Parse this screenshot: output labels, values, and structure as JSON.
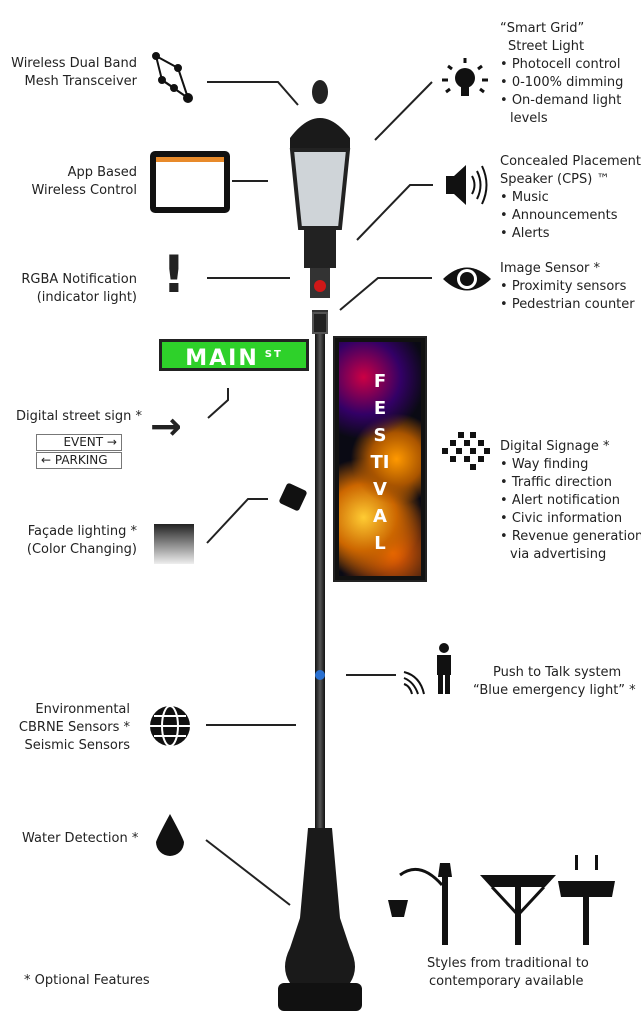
{
  "left": {
    "mesh": [
      "Wireless Dual Band",
      "Mesh Transceiver"
    ],
    "app": [
      "App Based",
      "Wireless Control"
    ],
    "rgba": [
      "RGBA Notification",
      "(indicator light)"
    ],
    "sign_label": "Digital street sign *",
    "sign_event": "EVENT →",
    "sign_parking": "← PARKING",
    "facade": [
      "Façade lighting *",
      "(Color Changing)"
    ],
    "env": [
      "Environmental",
      "CBRNE Sensors *",
      "Seismic Sensors"
    ],
    "water": "Water Detection *",
    "optional": "* Optional Features"
  },
  "right": {
    "smart": {
      "title1": "“Smart Grid”",
      "title2": "Street Light",
      "items": [
        "Photocell control",
        "0-100% dimming",
        "On-demand light",
        "levels"
      ]
    },
    "speaker": {
      "title1": "Concealed Placement",
      "title2": "Speaker (CPS) ™",
      "items": [
        "Music",
        "Announcements",
        "Alerts"
      ]
    },
    "image": {
      "title": "Image Sensor *",
      "items": [
        "Proximity sensors",
        "Pedestrian counter"
      ]
    },
    "signage": {
      "title": "Digital Signage *",
      "items": [
        "Way finding",
        "Traffic direction",
        "Alert notification",
        "Civic information",
        "Revenue generation"
      ],
      "extra": "via advertising"
    },
    "ptt": [
      "Push to Talk system",
      "“Blue emergency light” *"
    ],
    "styles": [
      "Styles from traditional to",
      "contemporary available"
    ]
  },
  "street_sign": {
    "name": "MAIN",
    "suffix": "ST"
  },
  "banner_text": "FESTIVAL"
}
